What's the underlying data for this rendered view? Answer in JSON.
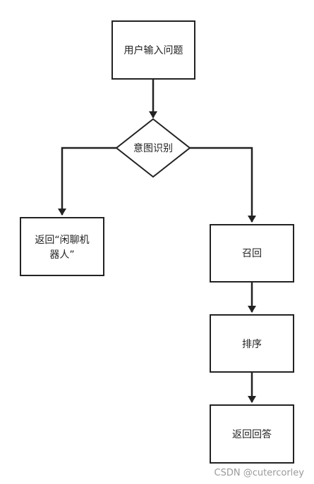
{
  "nodes": {
    "input": "用户输入问题",
    "intent": "意图识别",
    "chatbot_line1": "返回“闲聊机",
    "chatbot_line2": "器人”",
    "recall": "召回",
    "rank": "排序",
    "answer": "返回回答"
  },
  "watermark": "CSDN @cutercorley",
  "colors": {
    "stroke": "#222222",
    "background": "#ffffff",
    "watermark": "#9a9a9a"
  }
}
